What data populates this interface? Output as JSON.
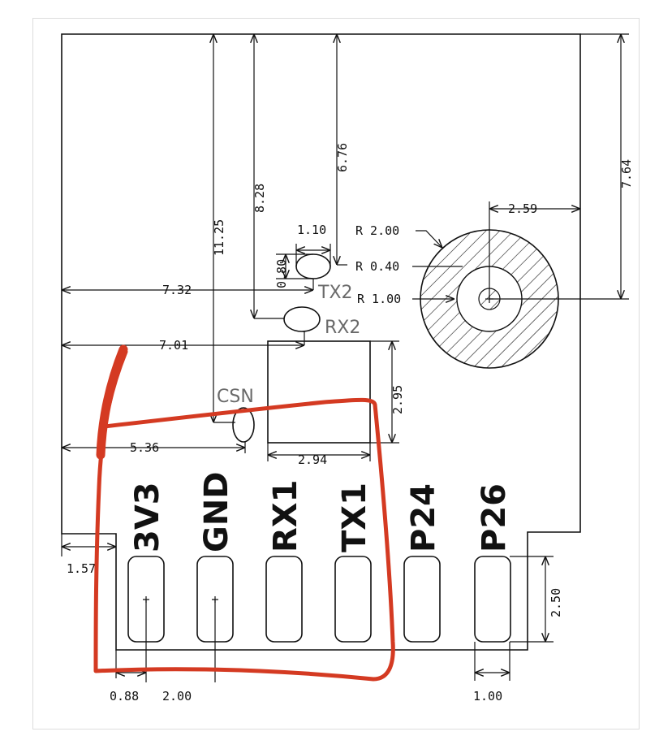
{
  "dimensions": {
    "d_11_25": "11.25",
    "d_8_28": "8.28",
    "d_6_76": "6.76",
    "d_7_64": "7.64",
    "d_2_59": "2.59",
    "d_1_10": "1.10",
    "d_0_80": "0.80",
    "r_2_00": "R 2.00",
    "r_0_40": "R 0.40",
    "r_1_00": "R 1.00",
    "d_7_32": "7.32",
    "d_7_01": "7.01",
    "d_5_36": "5.36",
    "d_2_94": "2.94",
    "d_2_95": "2.95",
    "d_2_50": "2.50",
    "d_1_57": "1.57",
    "d_0_88": "0.88",
    "d_2_00": "2.00",
    "d_1_00": "1.00"
  },
  "signals": {
    "tx2": "TX2",
    "rx2": "RX2",
    "csn": "CSN"
  },
  "pins": [
    "3V3",
    "GND",
    "RX1",
    "TX1",
    "P24",
    "P26"
  ],
  "colors": {
    "annotation": "#d43a22",
    "line": "#111111"
  }
}
